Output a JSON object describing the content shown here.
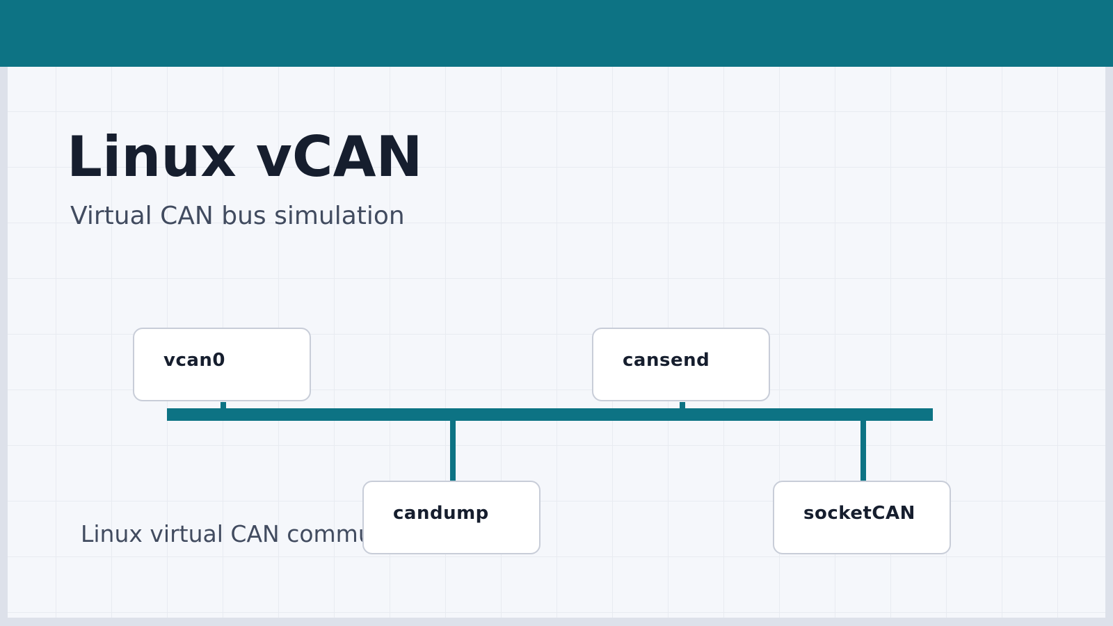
{
  "header": {
    "accent_color": "#0d7384"
  },
  "slide": {
    "title": "Linux vCAN",
    "subtitle": "Virtual CAN bus simulation",
    "caption": "Linux virtual CAN communication"
  },
  "diagram": {
    "bus_color": "#0d7384",
    "nodes": [
      {
        "label": "vcan0",
        "side": "above"
      },
      {
        "label": "cansend",
        "side": "above"
      },
      {
        "label": "candump",
        "side": "below"
      },
      {
        "label": "socketCAN",
        "side": "below"
      }
    ]
  }
}
